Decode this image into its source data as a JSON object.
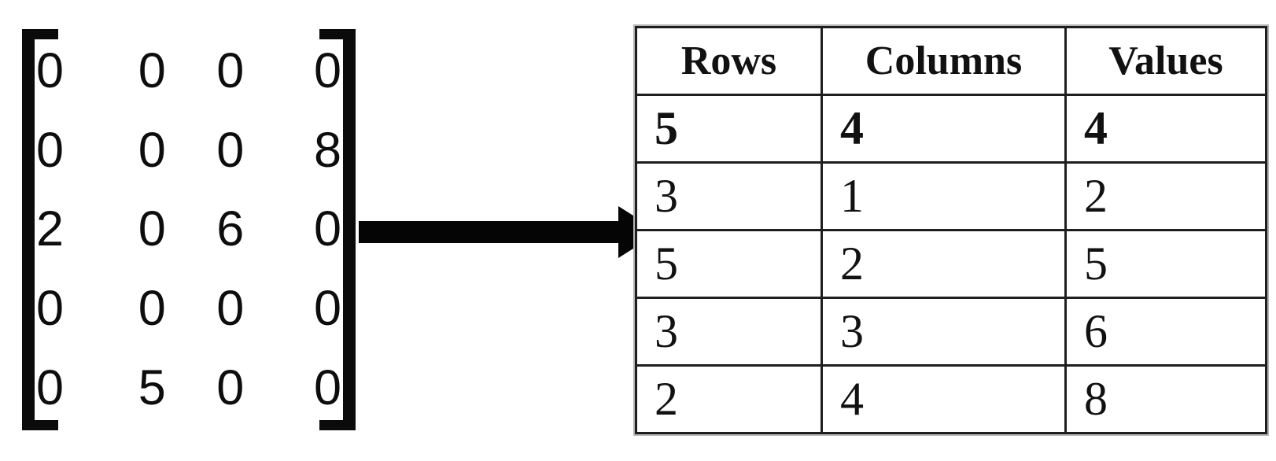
{
  "matrix": {
    "rows": [
      [
        "0",
        "0",
        "0",
        "0"
      ],
      [
        "0",
        "0",
        "0",
        "8"
      ],
      [
        "2",
        "0",
        "6",
        "0"
      ],
      [
        "0",
        "0",
        "0",
        "0"
      ],
      [
        "0",
        "5",
        "0",
        "0"
      ]
    ]
  },
  "table": {
    "headers": [
      "Rows",
      "Columns",
      "Values"
    ],
    "summary_row": [
      "5",
      "4",
      "4"
    ],
    "rows": [
      [
        "3",
        "1",
        "2"
      ],
      [
        "5",
        "2",
        "5"
      ],
      [
        "3",
        "3",
        "6"
      ],
      [
        "2",
        "4",
        "8"
      ]
    ]
  },
  "colors": {
    "foreground": "#0b0b0b",
    "table_border": "#1e1e1e",
    "background": "#ffffff"
  }
}
